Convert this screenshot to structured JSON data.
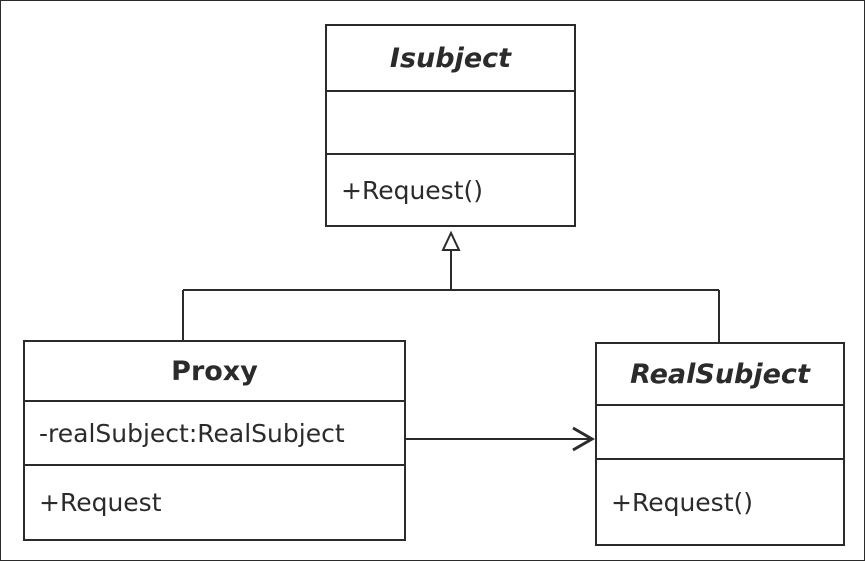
{
  "classes": {
    "isubject": {
      "name": "Isubject",
      "attributes": "",
      "operations": "+Request()"
    },
    "proxy": {
      "name": "Proxy",
      "attributes": "-realSubject:RealSubject",
      "operations": "+Request"
    },
    "realsubject": {
      "name": "RealSubject",
      "attributes": "",
      "operations": "+Request()"
    }
  },
  "relationships": [
    {
      "type": "realization",
      "from": "Proxy",
      "to": "Isubject"
    },
    {
      "type": "realization",
      "from": "RealSubject",
      "to": "Isubject"
    },
    {
      "type": "association",
      "from": "Proxy",
      "to": "RealSubject"
    }
  ],
  "colors": {
    "line": "#2b2b2b",
    "background": "#ffffff"
  }
}
